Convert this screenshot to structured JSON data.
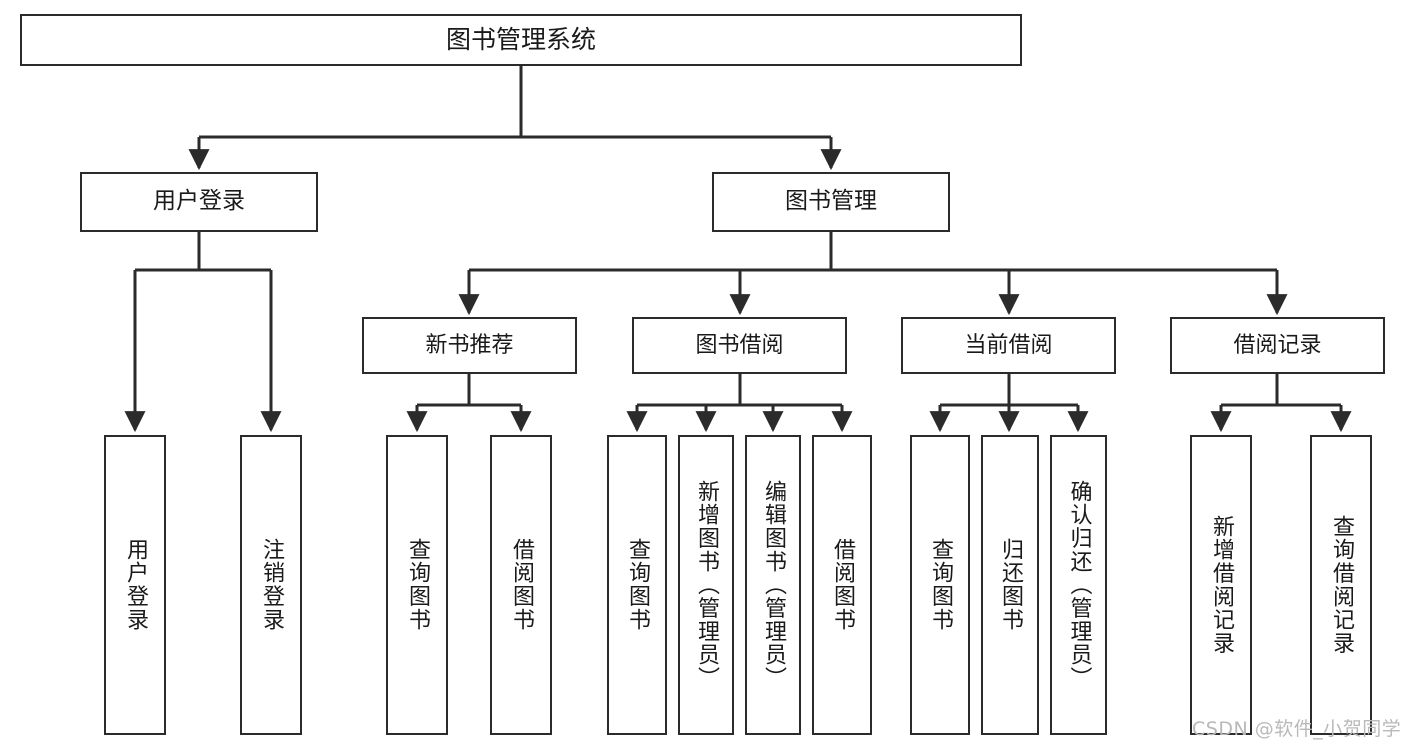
{
  "diagram": {
    "title": "图书管理系统",
    "type": "tree-hierarchy",
    "root": {
      "id": "root",
      "label": "图书管理系统"
    },
    "level1": [
      {
        "id": "user-login",
        "label": "用户登录"
      },
      {
        "id": "book-manage",
        "label": "图书管理"
      }
    ],
    "level2": [
      {
        "id": "new-book-rec",
        "label": "新书推荐"
      },
      {
        "id": "book-borrow",
        "label": "图书借阅"
      },
      {
        "id": "current-borrow",
        "label": "当前借阅"
      },
      {
        "id": "borrow-record",
        "label": "借阅记录"
      }
    ],
    "leaves": {
      "user_login": [
        {
          "id": "leaf-user-login",
          "label": "用户登录"
        },
        {
          "id": "leaf-logout-login",
          "label": "注销登录"
        }
      ],
      "new_book_rec": [
        {
          "id": "leaf-query-book-1",
          "label": "查询图书"
        },
        {
          "id": "leaf-borrow-book-1",
          "label": "借阅图书"
        }
      ],
      "book_borrow": [
        {
          "id": "leaf-query-book-2",
          "label": "查询图书"
        },
        {
          "id": "leaf-add-book",
          "label": "新增图书（管理员）"
        },
        {
          "id": "leaf-edit-book",
          "label": "编辑图书（管理员）"
        },
        {
          "id": "leaf-borrow-book-2",
          "label": "借阅图书"
        }
      ],
      "current_borrow": [
        {
          "id": "leaf-query-book-3",
          "label": "查询图书"
        },
        {
          "id": "leaf-return-book",
          "label": "归还图书"
        },
        {
          "id": "leaf-confirm-return",
          "label": "确认归还（管理员）"
        }
      ],
      "borrow_record": [
        {
          "id": "leaf-add-record",
          "label": "新增借阅记录"
        },
        {
          "id": "leaf-query-record",
          "label": "查询借阅记录"
        }
      ]
    }
  },
  "watermark": {
    "text": "CSDN @软件_小贺同学"
  },
  "colors": {
    "stroke": "#2b2b2b",
    "background": "#ffffff",
    "text": "#1a1a1a",
    "watermark": "#b9b9b9"
  }
}
